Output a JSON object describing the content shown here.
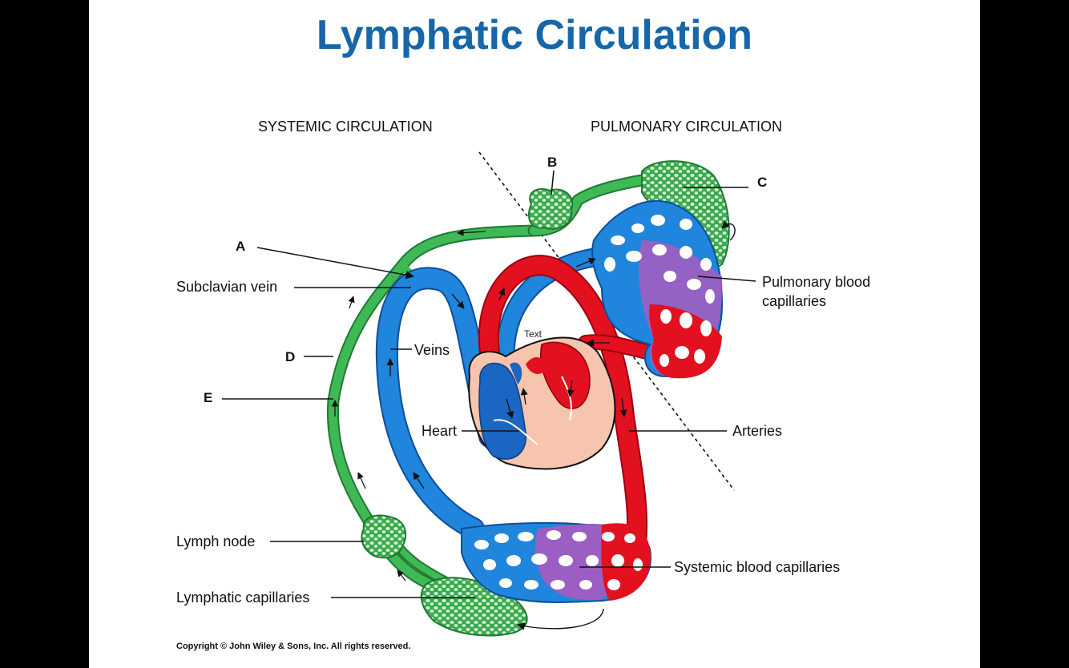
{
  "title": "Lymphatic Circulation",
  "headers": {
    "systemic": "SYSTEMIC CIRCULATION",
    "pulmonary": "PULMONARY CIRCULATION"
  },
  "labels": {
    "a": "A",
    "b": "B",
    "c": "C",
    "d": "D",
    "e": "E",
    "subclavian_vein": "Subclavian vein",
    "veins": "Veins",
    "heart": "Heart",
    "text_placeholder": "Text",
    "arteries": "Arteries",
    "pulmonary_capillaries_line1": "Pulmonary blood",
    "pulmonary_capillaries_line2": "capillaries",
    "lymph_node": "Lymph node",
    "lymphatic_capillaries": "Lymphatic capillaries",
    "systemic_capillaries": "Systemic blood capillaries"
  },
  "copyright": "Copyright © John Wiley & Sons, Inc. All rights reserved.",
  "colors": {
    "title": "#1666a8",
    "vein_blue": "#1e7fd6",
    "artery_red": "#e3001b",
    "lymph_green": "#2ea84a",
    "lymph_node_light": "#c9efc9",
    "capillary_purple": "#a95bc0",
    "heart_outer": "#f7c4ae"
  }
}
